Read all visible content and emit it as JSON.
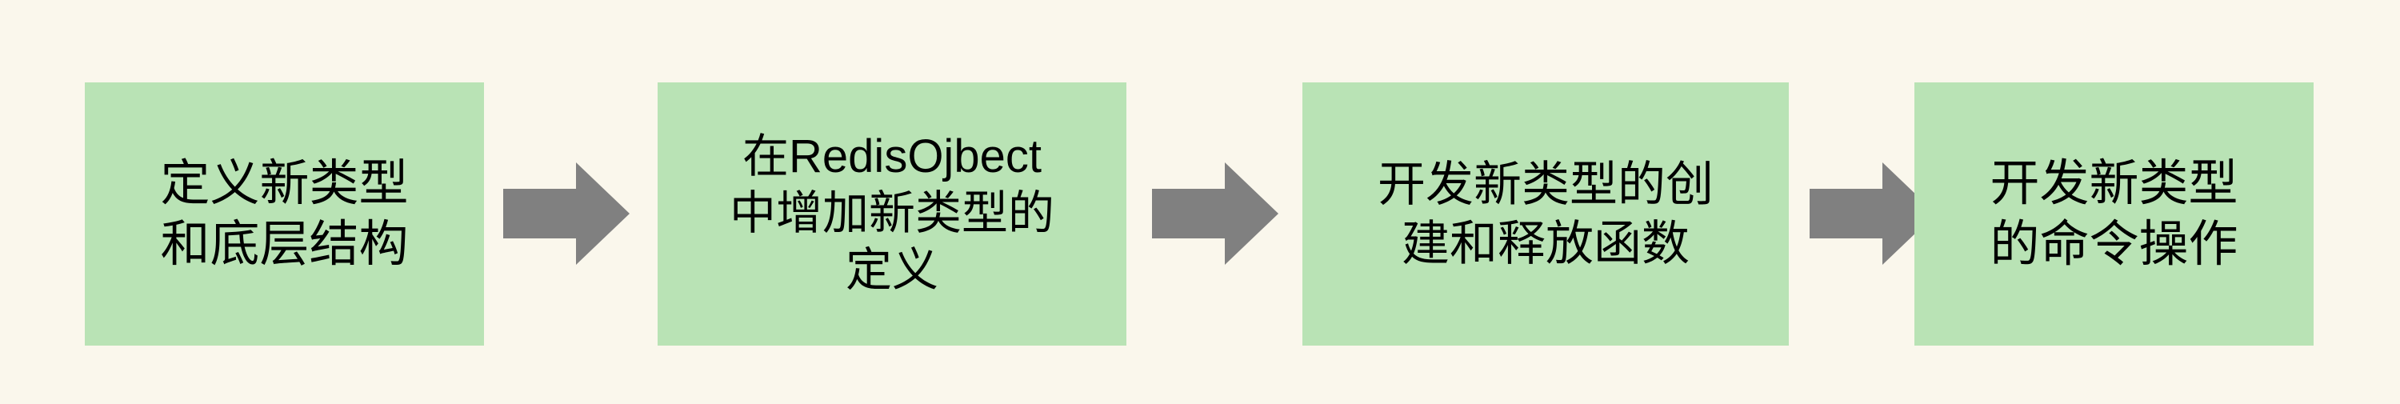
{
  "diagram": {
    "type": "horizontal-process-flow",
    "background_color": "#faf7ec",
    "step_fill_color": "#b9e3b5",
    "arrow_color": "#808080",
    "text_color": "#000000",
    "steps": [
      {
        "id": "step-1",
        "index": 1,
        "label": "定义新类型\n和底层结构",
        "lines": [
          "定义新类型",
          "和底层结构"
        ]
      },
      {
        "id": "step-2",
        "index": 2,
        "label": "在RedisOjbect\n中增加新类型的\n定义",
        "lines": [
          "在RedisOjbect",
          "中增加新类型的",
          "定义"
        ]
      },
      {
        "id": "step-3",
        "index": 3,
        "label": "开发新类型的创\n建和释放函数",
        "lines": [
          "开发新类型的创",
          "建和释放函数"
        ]
      },
      {
        "id": "step-4",
        "index": 4,
        "label": "开发新类型\n的命令操作",
        "lines": [
          "开发新类型",
          "的命令操作"
        ]
      }
    ],
    "connectors": [
      {
        "id": "arrow-1",
        "icon": "arrow-right-icon",
        "from": "step-1",
        "to": "step-2"
      },
      {
        "id": "arrow-2",
        "icon": "arrow-right-icon",
        "from": "step-2",
        "to": "step-3"
      },
      {
        "id": "arrow-3",
        "icon": "arrow-right-icon",
        "from": "step-3",
        "to": "step-4"
      }
    ]
  }
}
